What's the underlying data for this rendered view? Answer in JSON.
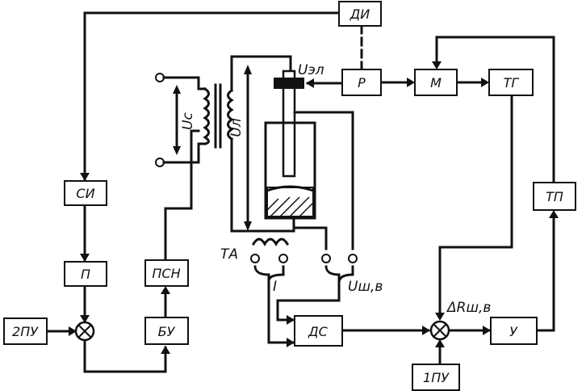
{
  "blocks": {
    "di": "ДИ",
    "r": "Р",
    "m": "М",
    "tg": "ТГ",
    "tp": "ТП",
    "si": "СИ",
    "p": "П",
    "psn": "ПСН",
    "bu": "БУ",
    "pu2": "2ПУ",
    "ds": "ДС",
    "u": "У",
    "pu1": "1ПУ"
  },
  "labels": {
    "u_el": "Uэл",
    "u_c": "Uс",
    "u_l": "Uл",
    "ta": "ТА",
    "current": "I",
    "u_shv": "Uш,в",
    "delta_r": "ΔRш,в"
  },
  "colors": {
    "ink": "#111111",
    "background": "#ffffff"
  }
}
